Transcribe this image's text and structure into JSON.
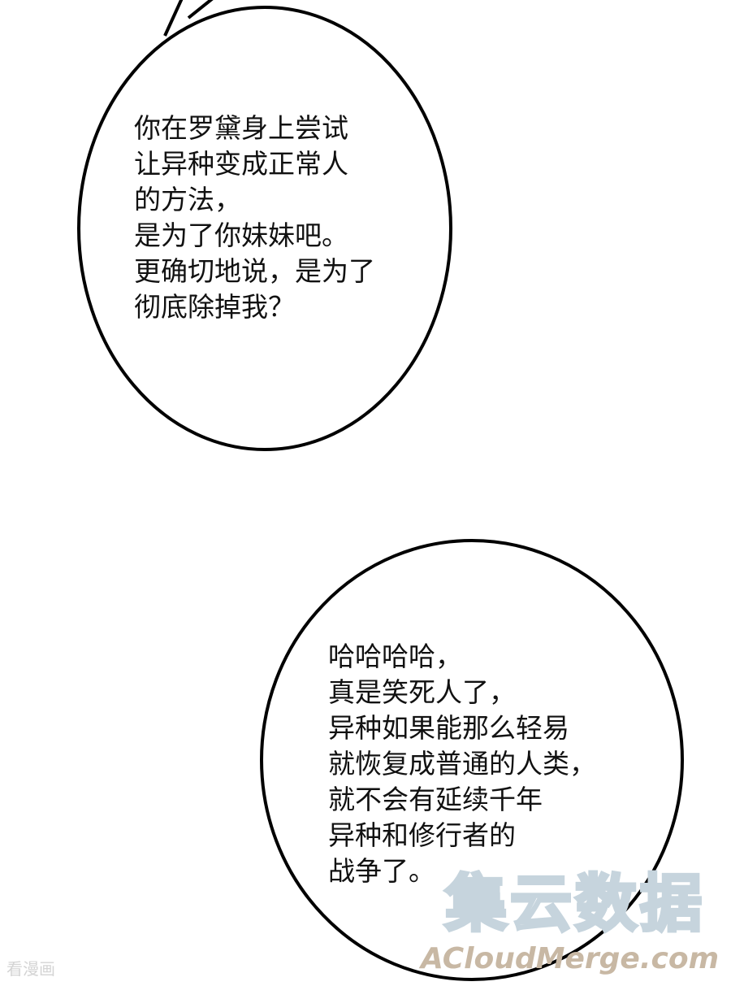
{
  "bubbles": [
    {
      "lines": [
        "你在罗黛身上尝试",
        "让异种变成正常人",
        "的方法，",
        "是为了你妹妹吧。",
        "更确切地说，是为了",
        "彻底除掉我？"
      ]
    },
    {
      "lines": [
        "哈哈哈哈，",
        "真是笑死人了，",
        "异种如果能那么轻易",
        "就恢复成普通的人类，",
        "就不会有延续千年",
        "异种和修行者的",
        "战争了。"
      ]
    }
  ],
  "watermarks": {
    "cn": "集云数据",
    "en": "ACloudMerge.com",
    "left": "看漫画"
  },
  "colors": {
    "outline": "#000000",
    "text": "#111111",
    "wm_cn_stroke": "#c6d4dd",
    "wm_en": "#c8b8a4"
  }
}
